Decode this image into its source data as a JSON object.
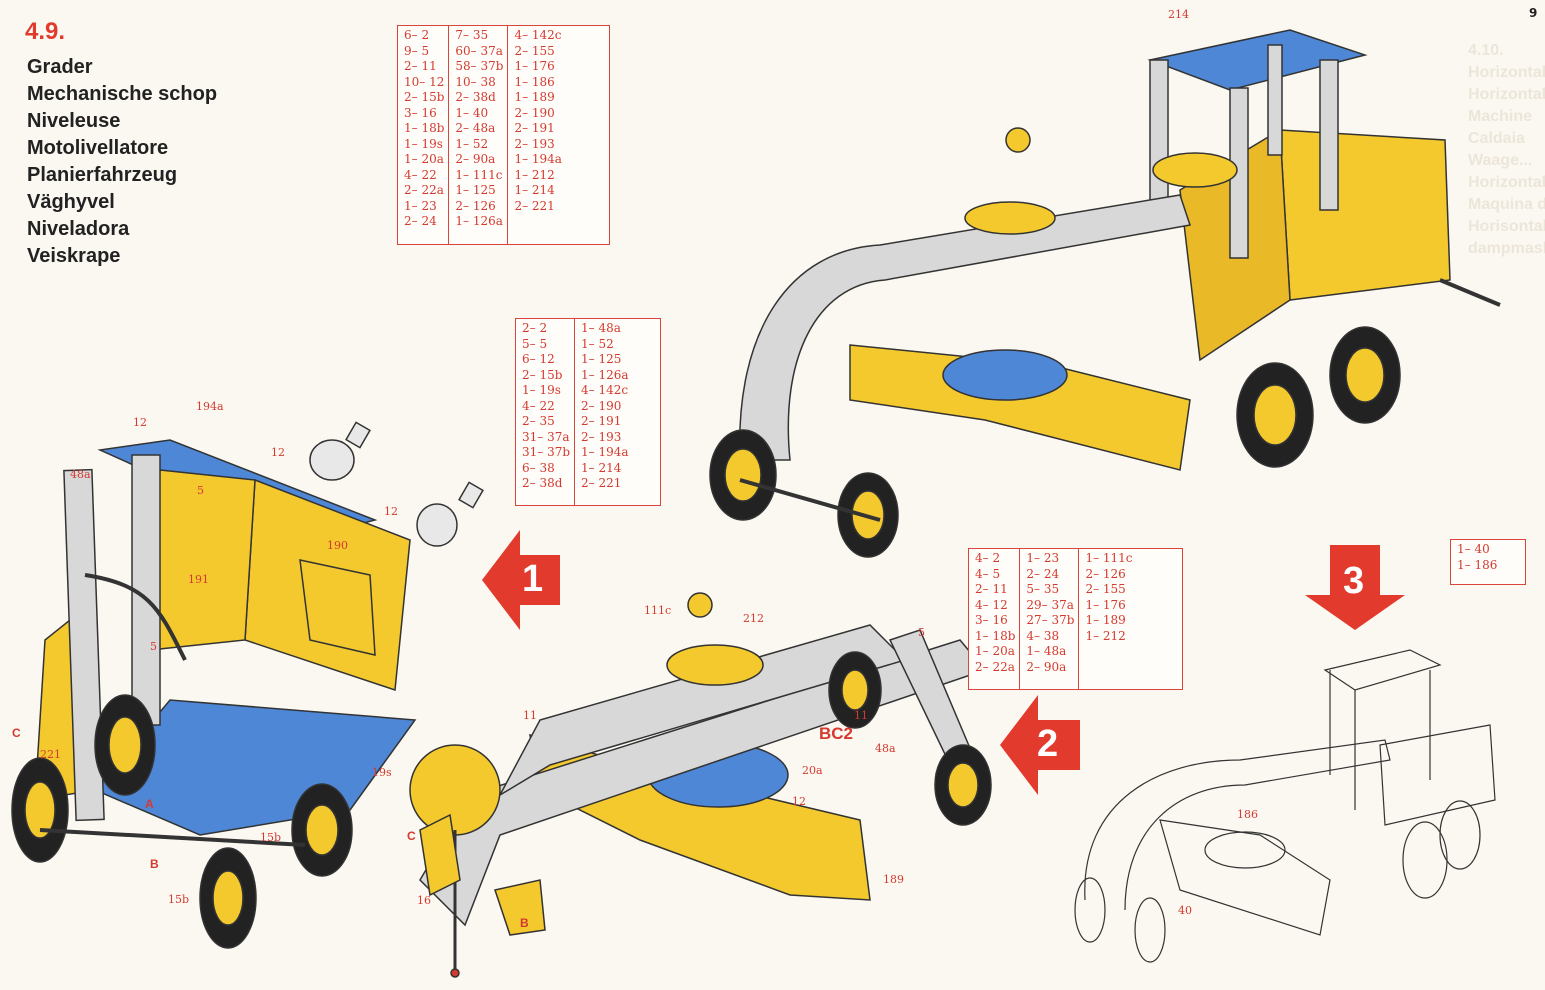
{
  "page": {
    "number": "9"
  },
  "model": {
    "number": "4.9.",
    "titles": [
      "Grader",
      "Mechanische schop",
      "Niveleuse",
      "Motolivellatore",
      "Planierfahrzeug",
      "Väghyvel",
      "Niveladora",
      "Veiskrape"
    ]
  },
  "parts_table_main": {
    "columns": [
      [
        "6– 2",
        "9– 5",
        "2– 11",
        "10– 12",
        "2– 15b",
        "3– 16",
        "1– 18b",
        "1– 19s",
        "1– 20a",
        "4– 22",
        "2– 22a",
        "1– 23",
        "2– 24"
      ],
      [
        "7– 35",
        "60– 37a",
        "58– 37b",
        "10– 38",
        "2– 38d",
        "1– 40",
        "2– 48a",
        "1– 52",
        "2– 90a",
        "1– 111c",
        "1– 125",
        "2– 126",
        "1– 126a"
      ],
      [
        "4– 142c",
        "2– 155",
        "1– 176",
        "1– 186",
        "1– 189",
        "2– 190",
        "2– 191",
        "2– 193",
        "1– 194a",
        "1– 212",
        "1– 214",
        "2– 221"
      ]
    ]
  },
  "parts_table_step1": {
    "columns": [
      [
        "2– 2",
        "5– 5",
        "6– 12",
        "2– 15b",
        "1– 19s",
        "4– 22",
        "2– 35",
        "31– 37a",
        "31– 37b",
        "6– 38",
        "2– 38d"
      ],
      [
        "1– 48a",
        "1– 52",
        "1– 125",
        "1– 126a",
        "4– 142c",
        "2– 190",
        "2– 191",
        "2– 193",
        "1– 194a",
        "1– 214",
        "2– 221"
      ]
    ]
  },
  "parts_table_step2": {
    "columns": [
      [
        "4– 2",
        "4– 5",
        "2– 11",
        "4– 12",
        "3– 16",
        "1– 18b",
        "1– 20a",
        "2– 22a"
      ],
      [
        "1– 23",
        "2– 24",
        "5– 35",
        "29– 37a",
        "27– 37b",
        "4– 38",
        "1– 48a",
        "2– 90a"
      ],
      [
        "1– 111c",
        "2– 126",
        "2– 155",
        "1– 176",
        "1– 189",
        "1– 212"
      ]
    ]
  },
  "parts_table_step3": {
    "columns": [
      [
        "1– 40",
        "1– 186"
      ]
    ]
  },
  "steps": {
    "s1": "1",
    "s2": "2",
    "s3": "3"
  },
  "step_labels": {
    "bc2": "BC2"
  },
  "callouts": {
    "c214": "214",
    "c12a": "12",
    "c194a": "194a",
    "c48a": "48a",
    "c5a": "5",
    "c12b": "12",
    "c12c": "12",
    "c190": "190",
    "c191": "191",
    "c5b": "5",
    "cC1": "C",
    "c221": "221",
    "cA": "A",
    "c19s": "19s",
    "c15b": "15b",
    "cB1": "B",
    "c15b2": "15b",
    "c111c": "111c",
    "c212": "212",
    "c5c": "5",
    "c11a": "11",
    "c11b": "11",
    "c48a2": "48a",
    "c20a": "20a",
    "c12d": "12",
    "cC2": "C",
    "c16": "16",
    "cB2": "B",
    "c189": "189",
    "c186": "186",
    "c40": "40"
  },
  "ghost_text": [
    "4.10.",
    "Horizontal Steam",
    "Horizontale",
    "Machine",
    "Caldaia",
    "Waage...",
    "Horizontalmaschine",
    "Maquina de vapor",
    "Horisontal dampmaskin"
  ]
}
